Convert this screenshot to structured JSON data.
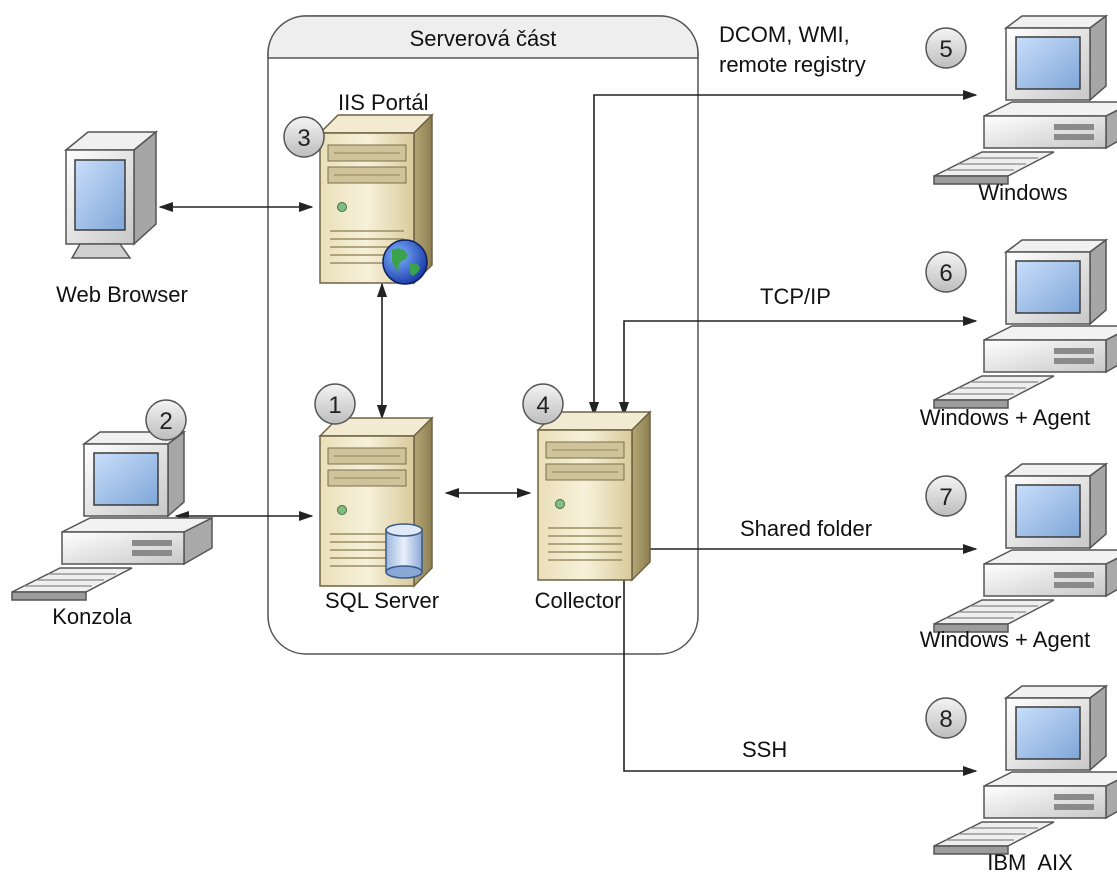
{
  "diagram": {
    "server_section_title": "Serverová část",
    "nodes": {
      "web_browser": {
        "label": "Web Browser"
      },
      "konzola": {
        "label": "Konzola",
        "badge": "2"
      },
      "iis_portal": {
        "label": "IIS Portál",
        "badge": "3"
      },
      "sql_server": {
        "label": "SQL Server",
        "badge": "1"
      },
      "collector": {
        "label": "Collector",
        "badge": "4"
      },
      "windows": {
        "label": "Windows",
        "badge": "5"
      },
      "windows_agent_tcp": {
        "label": "Windows + Agent",
        "badge": "6"
      },
      "windows_agent_shared": {
        "label": "Windows + Agent",
        "badge": "7"
      },
      "ibm_aix": {
        "label": "IBM  AIX",
        "badge": "8"
      }
    },
    "connections": {
      "dcom_line1": "DCOM, WMI,",
      "dcom_line2": "remote registry",
      "tcpip": "TCP/IP",
      "shared_folder": "Shared folder",
      "ssh": "SSH"
    }
  }
}
